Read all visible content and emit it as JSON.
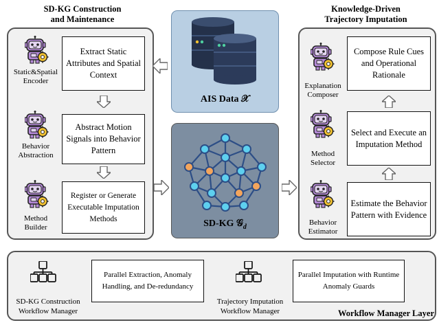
{
  "left": {
    "title_line1": "SD-KG Construction",
    "title_line2": "and Maintenance",
    "agents": [
      {
        "name": "Static&Spatial\nEncoder",
        "task": "Extract Static Attributes and Spatial Context"
      },
      {
        "name": "Behavior\nAbstraction",
        "task": "Abstract Motion Signals into Behavior Pattern"
      },
      {
        "name": "Method\nBuilder",
        "task": "Register or Generate Executable Imputation Methods"
      }
    ]
  },
  "right": {
    "title_line1": "Knowledge-Driven",
    "title_line2": "Trajectory Imputation",
    "agents": [
      {
        "name": "Explanation\nComposer",
        "task": "Compose Rule Cues and Operational Rationale"
      },
      {
        "name": "Method\nSelector",
        "task": "Select and Execute an Imputation Method"
      },
      {
        "name": "Behavior\nEstimator",
        "task": "Estimate the Behavior Pattern with Evidence"
      }
    ]
  },
  "center": {
    "ais_label": "AIS Data 𝒳",
    "kg_label": "SD-KG 𝒢",
    "kg_sub": "d"
  },
  "workflow": {
    "layer_label": "Workflow Manager Layer",
    "left_manager": "SD-KG Construction\nWorkflow Manager",
    "left_task": "Parallel Extraction, Anomaly Handling, and De-redundancy",
    "right_manager": "Trajectory Imputation\nWorkflow Manager",
    "right_task": "Parallel Imputation with Runtime Anomaly Guards"
  },
  "colors": {
    "panel_bg": "#f1f1f1",
    "ais_bg": "#b9cfe3",
    "kg_bg": "#7d8ea1",
    "robot_purple": "#b58ad8",
    "robot_yellow": "#f2c230",
    "node_cyan": "#5ed0ef",
    "node_orange": "#f3a55c",
    "edge_blue": "#2d4e86"
  },
  "icons": {
    "robot": "robot-agent-icon",
    "database": "database-icon",
    "graph": "knowledge-graph-icon",
    "workflow": "workflow-hierarchy-icon"
  }
}
